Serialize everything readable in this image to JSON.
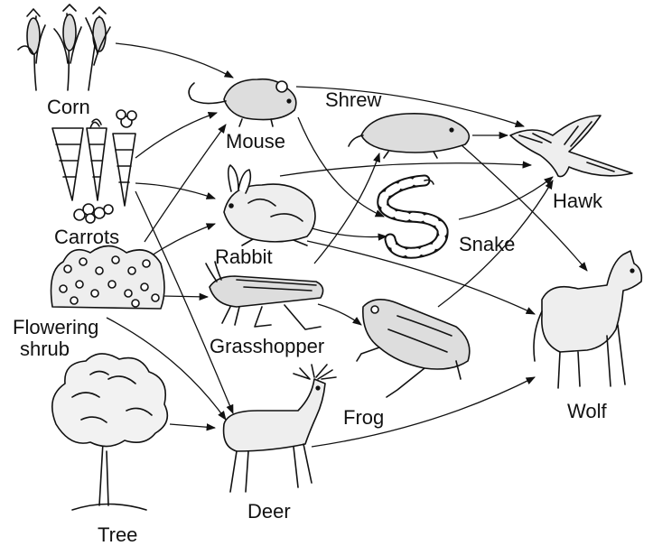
{
  "labels": {
    "corn": "Corn",
    "carrots": "Carrots",
    "flowering_shrub_line1": "Flowering",
    "flowering_shrub_line2": "shrub",
    "tree": "Tree",
    "mouse": "Mouse",
    "rabbit": "Rabbit",
    "grasshopper": "Grasshopper",
    "deer": "Deer",
    "shrew": "Shrew",
    "snake": "Snake",
    "frog": "Frog",
    "hawk": "Hawk",
    "wolf": "Wolf"
  },
  "colors": {
    "ink": "#111111",
    "background": "#ffffff"
  },
  "relations": [
    [
      "corn",
      "mouse"
    ],
    [
      "carrots",
      "mouse"
    ],
    [
      "carrots",
      "rabbit"
    ],
    [
      "carrots",
      "deer"
    ],
    [
      "flowering-shrub",
      "mouse"
    ],
    [
      "flowering-shrub",
      "rabbit"
    ],
    [
      "flowering-shrub",
      "grasshopper"
    ],
    [
      "flowering-shrub",
      "deer"
    ],
    [
      "tree",
      "deer"
    ],
    [
      "mouse",
      "hawk"
    ],
    [
      "mouse",
      "snake"
    ],
    [
      "rabbit",
      "hawk"
    ],
    [
      "rabbit",
      "snake"
    ],
    [
      "rabbit",
      "wolf"
    ],
    [
      "grasshopper",
      "shrew"
    ],
    [
      "grasshopper",
      "frog"
    ],
    [
      "shrew",
      "hawk"
    ],
    [
      "shrew",
      "wolf"
    ],
    [
      "snake",
      "hawk"
    ],
    [
      "frog",
      "hawk"
    ],
    [
      "deer",
      "wolf"
    ]
  ]
}
